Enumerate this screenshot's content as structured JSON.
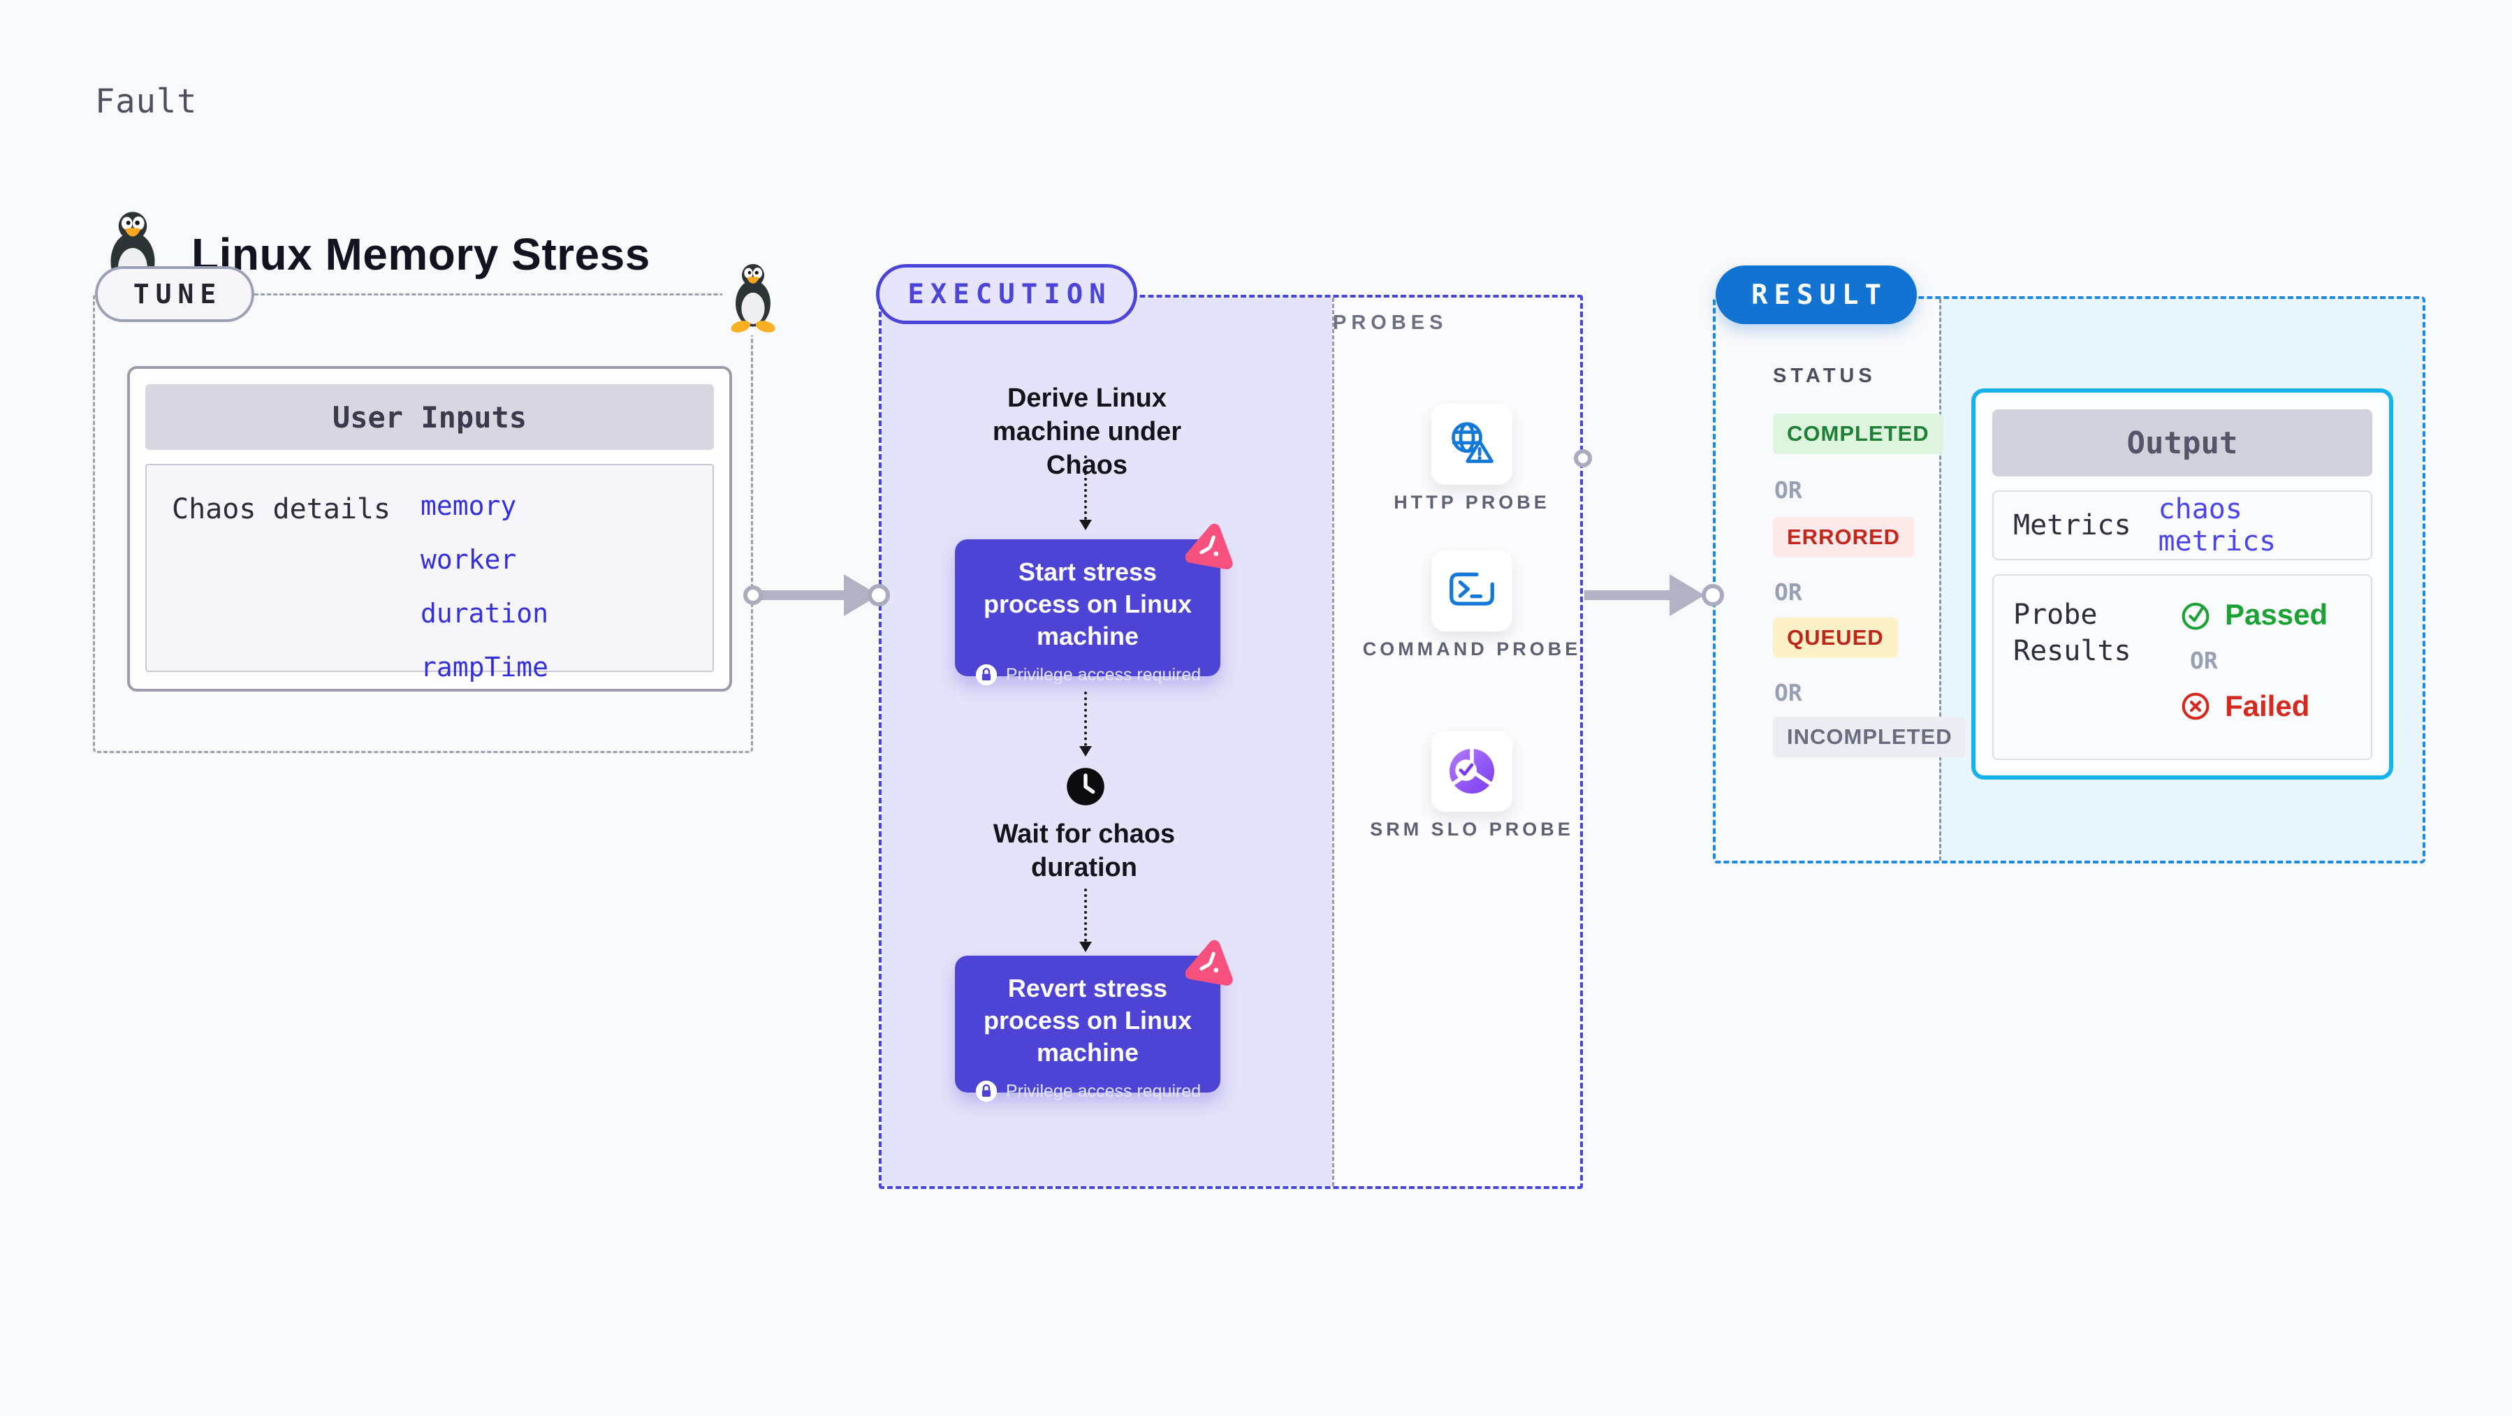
{
  "header": {
    "kicker": "Fault",
    "title": "Linux Memory Stress"
  },
  "tune": {
    "label": "TUNE",
    "card": {
      "title": "User Inputs",
      "row_label": "Chaos details",
      "values": [
        "memory",
        "worker",
        "duration",
        "rampTime"
      ]
    }
  },
  "execution": {
    "label": "EXECUTION",
    "derive_step": "Derive Linux machine under Chaos",
    "start_step": "Start stress process on Linux machine",
    "wait_step": "Wait for chaos duration",
    "revert_step": "Revert stress process on Linux machine",
    "privilege_note": "Privilege access required"
  },
  "probes": {
    "label": "PROBES",
    "items": [
      {
        "name": "HTTP PROBE",
        "icon": "globe-alert-icon"
      },
      {
        "name": "COMMAND PROBE",
        "icon": "terminal-icon"
      },
      {
        "name": "SRM SLO PROBE",
        "icon": "srm-slo-icon"
      }
    ]
  },
  "result": {
    "label": "RESULT",
    "status": {
      "label": "STATUS",
      "separator": "OR",
      "badges": [
        {
          "text": "COMPLETED",
          "bg": "#ddf3de",
          "color": "#1d8034"
        },
        {
          "text": "ERRORED",
          "bg": "#fde9e9",
          "color": "#c3271b"
        },
        {
          "text": "QUEUED",
          "bg": "#fcf1c6",
          "color": "#bd261a"
        },
        {
          "text": "INCOMPLETED",
          "bg": "#ecedf3",
          "color": "#676d7f"
        }
      ]
    },
    "output": {
      "title": "Output",
      "metrics_label": "Metrics",
      "metrics_value": "chaos metrics",
      "probe_results_label": "Probe Results",
      "passed": "Passed",
      "or": "OR",
      "failed": "Failed"
    }
  },
  "colors": {
    "page_bg": "#f8f9fb",
    "tune_border": "#9aa0ad",
    "execution_accent": "#4645da",
    "execution_fill": "#e4e3f9",
    "result_accent": "#1c8ade",
    "result_fill": "#e9f6fd",
    "result_pill_bg": "#1273d2",
    "step_button": "#4d44d6",
    "chaos_badge_pink": "#f6517e",
    "probe_icon_blue": "#1478d8",
    "srm_icon_purple": "#7a3bf0",
    "value_indigo": "#4a43ee",
    "passed_green": "#1ba233",
    "failed_red": "#d6281c",
    "arrow_gray": "#b1b3c5"
  }
}
